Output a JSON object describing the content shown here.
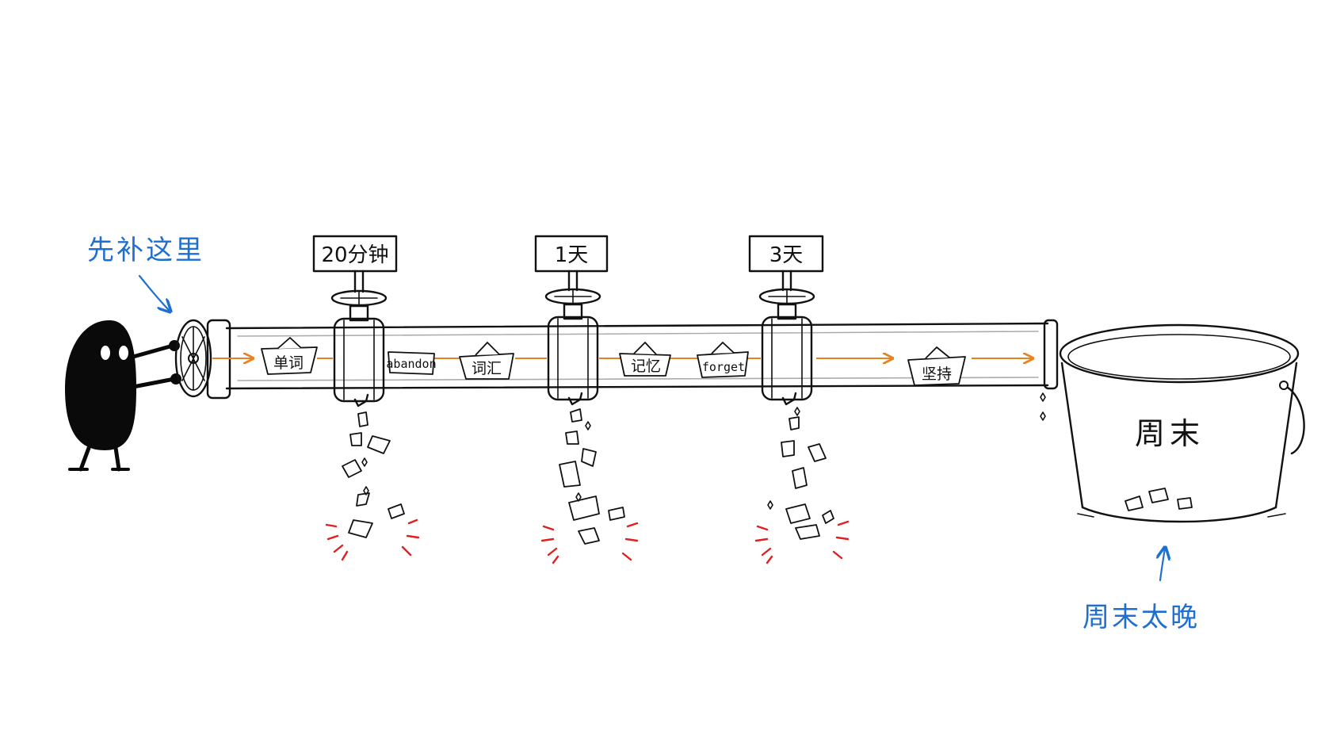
{
  "annotations": {
    "start_note": "先补这里",
    "end_note": "周末太晚"
  },
  "valves": [
    {
      "label": "20分钟"
    },
    {
      "label": "1天"
    },
    {
      "label": "3天"
    }
  ],
  "boats": [
    {
      "text": "单词"
    },
    {
      "text": "词汇"
    },
    {
      "text": "记忆"
    },
    {
      "text": "forget"
    },
    {
      "text": "坚持"
    }
  ],
  "floating_note": "abandon",
  "bucket": {
    "label": "周末"
  },
  "colors": {
    "pipe_outline": "#111111",
    "flow_arrow": "#e8821e",
    "annotation": "#1f6fd1",
    "splash": "#e02020",
    "character": "#0a0a0a"
  }
}
